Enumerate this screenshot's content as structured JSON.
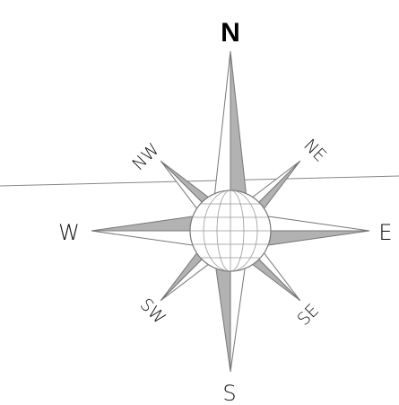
{
  "compass": {
    "north": "N",
    "east": "E",
    "south": "S",
    "west": "W",
    "northeast": "NE",
    "northwest": "NW",
    "southeast": "SE",
    "southwest": "SW"
  },
  "colors": {
    "fill": "#b2b2b2",
    "stroke": "#777777",
    "background": "#ffffff"
  }
}
